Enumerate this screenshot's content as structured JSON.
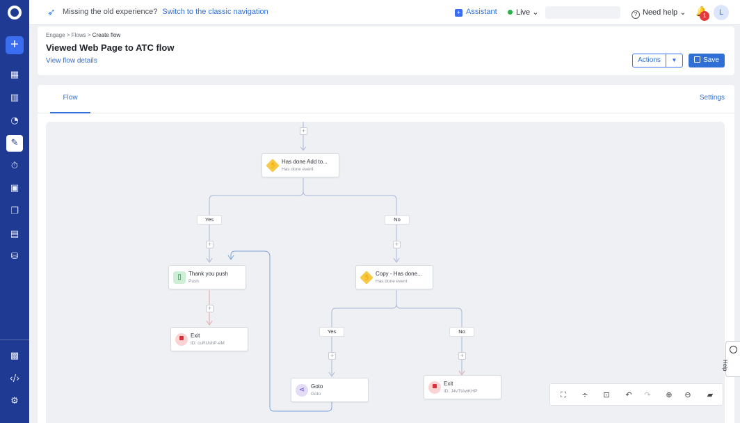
{
  "topbar": {
    "message": "Missing the old experience?",
    "link": "Switch to the classic navigation",
    "assistant": "Assistant",
    "live": "Live",
    "need_help": "Need help",
    "notification_count": "1",
    "avatar_initial": "L"
  },
  "header": {
    "breadcrumb": [
      "Engage",
      "Flows",
      "Create flow"
    ],
    "title": "Viewed Web Page to ATC flow",
    "details_link": "View flow details",
    "actions_label": "Actions",
    "save_label": "Save"
  },
  "tabs": {
    "flow": "Flow",
    "settings": "Settings"
  },
  "nodes": {
    "root": {
      "title": "Has done Add to...",
      "subtitle": "Has done event"
    },
    "push": {
      "title": "Thank you push",
      "subtitle": "Push"
    },
    "exit1": {
      "title": "Exit",
      "subtitle": "ID: cuRUshP-eM"
    },
    "copy": {
      "title": "Copy - Has done...",
      "subtitle": "Has done event"
    },
    "goto": {
      "title": "Goto",
      "subtitle": "Goto"
    },
    "exit2": {
      "title": "Exit",
      "subtitle": "ID: J4vTtAwKHP"
    }
  },
  "branches": {
    "yes": "Yes",
    "no": "No"
  },
  "help_tab": "Help",
  "colors": {
    "rail": "#1f3a93",
    "accent": "#2f6fd6",
    "event": "#f7c948",
    "exit": "#d9323a",
    "push": "#1d7a35",
    "goto": "#6848c9"
  },
  "icons": {
    "rail": [
      "logo-icon",
      "create-icon",
      "dashboard-icon",
      "analytics-icon",
      "segments-icon",
      "engage-icon",
      "journeys-icon",
      "users-icon",
      "templates-icon",
      "catalog-icon",
      "data-icon",
      "store-icon",
      "code-icon",
      "settings-icon"
    ],
    "toolbar": [
      "fit-screen-icon",
      "collapse-icon",
      "focus-icon",
      "undo-icon",
      "redo-icon",
      "zoom-in-icon",
      "zoom-out-icon",
      "minimap-icon"
    ]
  }
}
